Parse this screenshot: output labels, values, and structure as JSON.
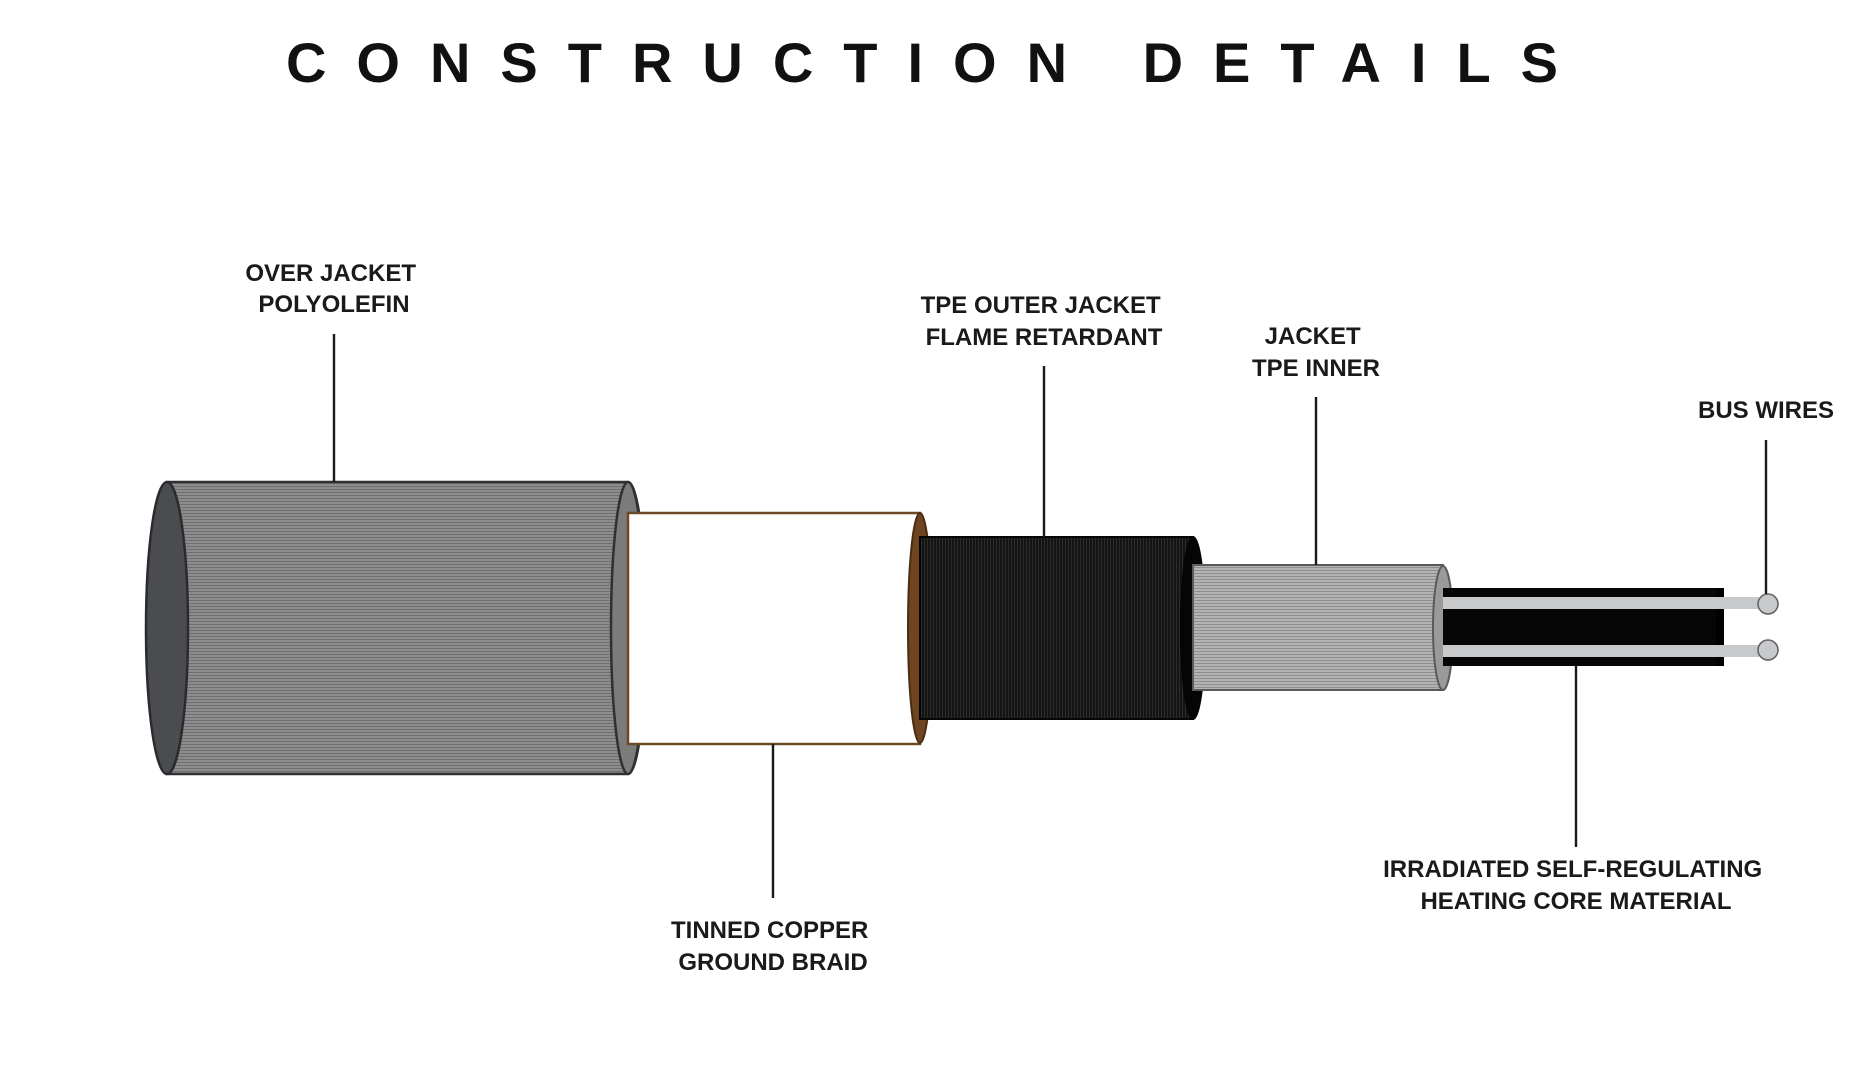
{
  "title": "CONSTRUCTION DETAILS",
  "labels": {
    "over_jacket": {
      "line1": "OVER JACKET",
      "line2": "POLYOLEFIN"
    },
    "ground_braid": {
      "line1": "TINNED COPPER",
      "line2": "GROUND BRAID"
    },
    "outer_jacket": {
      "line1": "TPE OUTER JACKET",
      "line2": "FLAME RETARDANT"
    },
    "inner_jacket": {
      "line1": "JACKET",
      "line2": "TPE INNER"
    },
    "bus_wires": {
      "line1": "BUS WIRES"
    },
    "heating_core": {
      "line1": "IRRADIATED SELF-REGULATING",
      "line2": "HEATING CORE MATERIAL"
    }
  },
  "colors": {
    "over_jacket": "#8a8a8a",
    "over_jacket_end": "#4a4c50",
    "braid_outline": "#6b4a25",
    "braid_end": "#6e4520",
    "outer_jacket": "#101010",
    "inner_jacket": "#a8a8a8",
    "core": "#060606",
    "bus_wire": "#c8c9cb"
  }
}
